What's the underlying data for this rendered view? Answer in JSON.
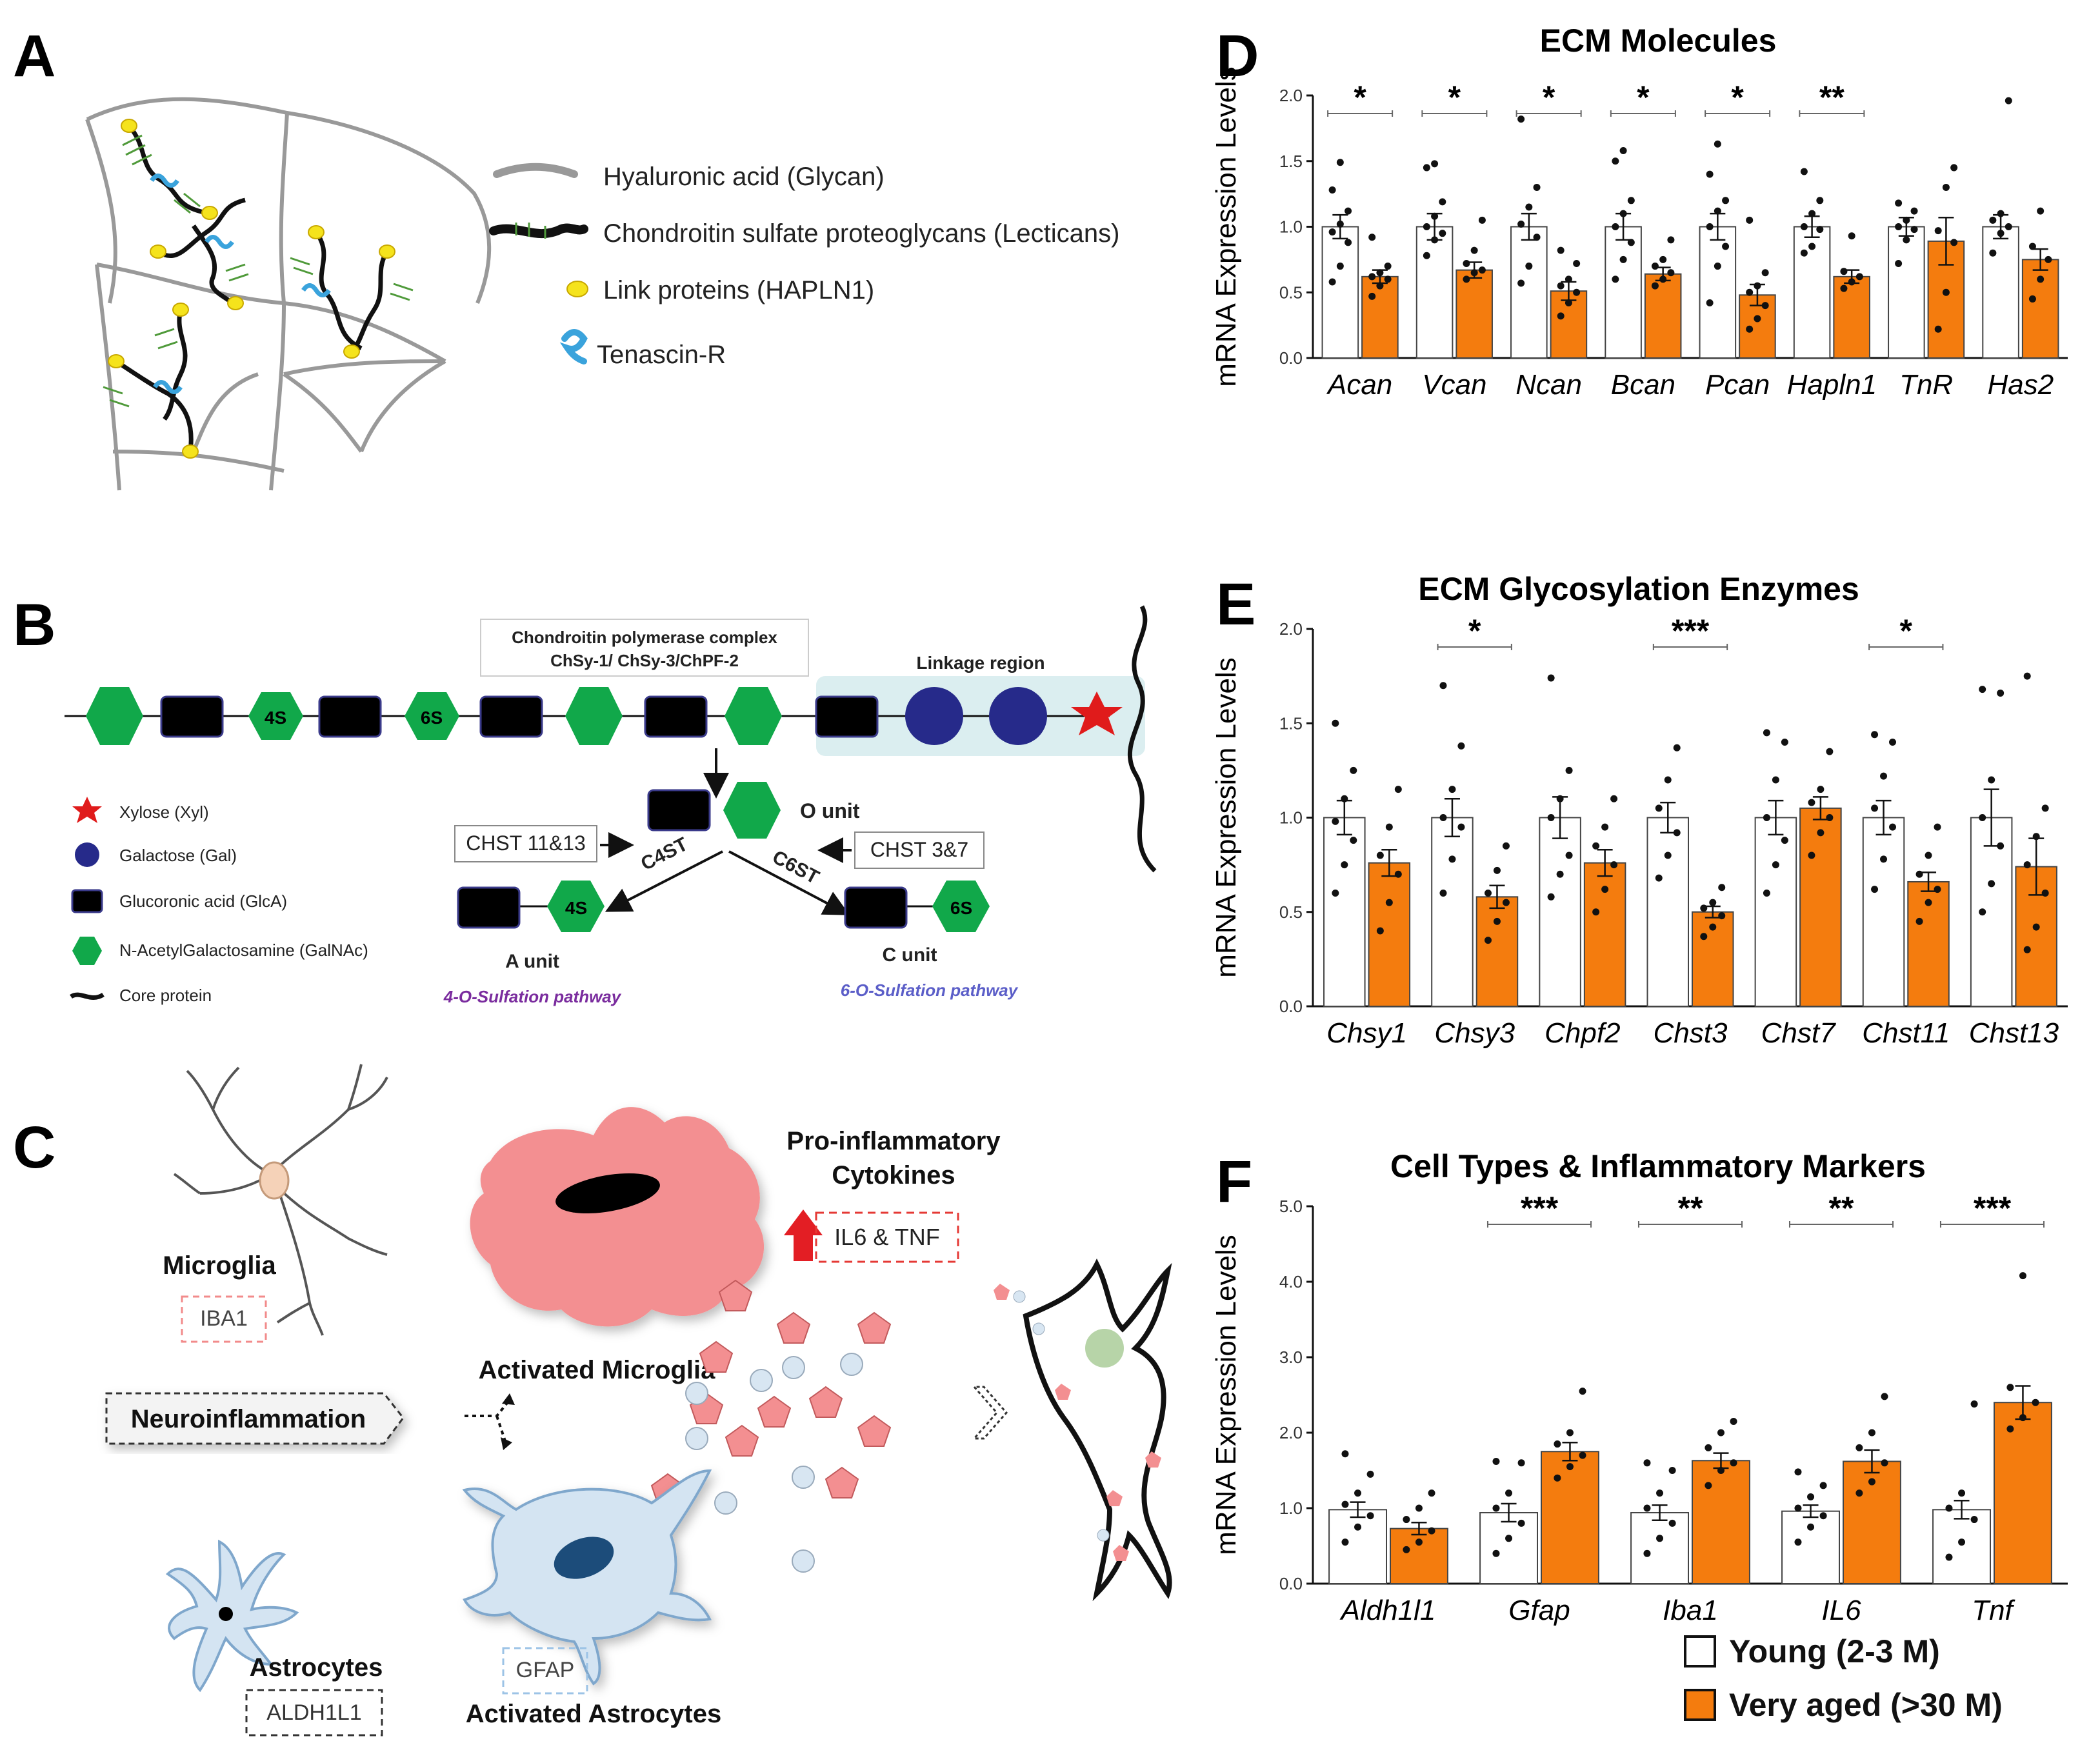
{
  "colors": {
    "young_fill": "#ffffff",
    "aged_fill": "#f47c0e",
    "hyaluronan": "#999999",
    "cspg": "#111111",
    "cspg_spike": "#4f9a3a",
    "link_protein": "#f5e31c",
    "tenascin": "#3aa3dc",
    "galnac": "#11a84a",
    "glca": "#000000",
    "galactose": "#262a8a",
    "xylose": "#e01b1b",
    "linkage_bg": "#dbeef0",
    "microglia": "#f38f91",
    "astrocyte": "#d4e4f2",
    "red_dash": "#e53935",
    "blue_dash": "#9cc3e6",
    "pathway_4s": "#7a2c9e",
    "pathway_6s": "#5b5ec8"
  },
  "panelA": {
    "letter": "A",
    "legend": [
      {
        "icon": "hyaluronan-wave-icon",
        "label": "Hyaluronic acid (Glycan)"
      },
      {
        "icon": "cspg-chain-icon",
        "label": "Chondroitin sulfate proteoglycans (Lecticans)"
      },
      {
        "icon": "link-protein-icon",
        "label": "Link proteins (HAPLN1)"
      },
      {
        "icon": "tenascin-icon",
        "label": "Tenascin-R"
      }
    ]
  },
  "panelB": {
    "letter": "B",
    "polymerase_title": "Chondroitin polymerase complex",
    "polymerase_sub": "ChSy-1/ ChSy-3/ChPF-2",
    "linkage": "Linkage region",
    "hex_4s": "4S",
    "hex_6s": "6S",
    "o_unit": "O unit",
    "chst_1113": "CHST 11&13",
    "chst_37": "CHST 3&7",
    "c4st": "C4ST",
    "c6st": "C6ST",
    "a_unit": "A unit",
    "c_unit": "C unit",
    "pathway_4s": "4-O-Sulfation pathway",
    "pathway_6s": "6-O-Sulfation pathway",
    "legend": [
      {
        "icon": "xylose-star-icon",
        "label": "Xylose (Xyl)"
      },
      {
        "icon": "galactose-circle-icon",
        "label": "Galactose (Gal)"
      },
      {
        "icon": "glca-square-icon",
        "label": "Glucoronic acid (GlcA)"
      },
      {
        "icon": "galnac-hexagon-icon",
        "label": "N-AcetylGalactosamine (GalNAc)"
      },
      {
        "icon": "core-protein-line-icon",
        "label": "Core protein"
      }
    ]
  },
  "panelC": {
    "letter": "C",
    "microglia": "Microglia",
    "iba1": "IBA1",
    "activated_microglia": "Activated Microglia",
    "cytokines_1": "Pro-inflammatory",
    "cytokines_2": "Cytokines",
    "il6_tnf": "IL6 & TNF",
    "neuroinflammation": "Neuroinflammation",
    "astrocytes": "Astrocytes",
    "aldh1l1": "ALDH1L1",
    "gfap": "GFAP",
    "activated_astrocytes": "Activated Astrocytes"
  },
  "legend": {
    "young": "Young (2-3 M)",
    "aged": "Very aged (>30 M)"
  },
  "chart_data": [
    {
      "panel": "D",
      "type": "bar",
      "title": "ECM Molecules",
      "ylabel": "mRNA Expression Levels",
      "ylim": [
        0,
        2.0
      ],
      "yticks": [
        "0.0",
        "0.5",
        "1.0",
        "1.5",
        "2.0"
      ],
      "categories": [
        "Acan",
        "Vcan",
        "Ncan",
        "Bcan",
        "Pcan",
        "Hapln1",
        "TnR",
        "Has2"
      ],
      "significance": [
        "*",
        "*",
        "*",
        "*",
        "*",
        "**",
        "",
        ""
      ],
      "series": [
        {
          "name": "Young (2-3 M)",
          "values": [
            1.0,
            1.0,
            1.0,
            1.0,
            1.0,
            1.0,
            1.0,
            1.0
          ],
          "errors": [
            0.09,
            0.1,
            0.1,
            0.1,
            0.1,
            0.08,
            0.07,
            0.09
          ],
          "points": [
            [
              0.58,
              0.7,
              0.88,
              0.96,
              1.02,
              1.12,
              1.28,
              1.49
            ],
            [
              0.78,
              0.9,
              0.95,
              1.0,
              1.08,
              1.19,
              1.45,
              1.48
            ],
            [
              0.57,
              0.7,
              0.92,
              1.02,
              1.15,
              1.3,
              1.82
            ],
            [
              0.6,
              0.75,
              0.88,
              1.0,
              1.1,
              1.2,
              1.5,
              1.58
            ],
            [
              0.42,
              0.7,
              0.85,
              1.0,
              1.12,
              1.2,
              1.4,
              1.63
            ],
            [
              0.8,
              0.85,
              0.98,
              1.0,
              1.1,
              1.2,
              1.42
            ],
            [
              0.72,
              0.9,
              0.98,
              1.0,
              1.05,
              1.12,
              1.18
            ],
            [
              0.8,
              0.95,
              1.0,
              1.05,
              1.1,
              1.96
            ]
          ]
        },
        {
          "name": "Very aged (>30 M)",
          "values": [
            0.62,
            0.67,
            0.51,
            0.64,
            0.48,
            0.62,
            0.89,
            0.75
          ],
          "errors": [
            0.05,
            0.06,
            0.07,
            0.05,
            0.08,
            0.05,
            0.18,
            0.08
          ],
          "points": [
            [
              0.47,
              0.55,
              0.6,
              0.62,
              0.65,
              0.7,
              0.92
            ],
            [
              0.6,
              0.65,
              0.67,
              0.72,
              0.82,
              1.05
            ],
            [
              0.32,
              0.42,
              0.5,
              0.55,
              0.6,
              0.72,
              0.82
            ],
            [
              0.55,
              0.6,
              0.65,
              0.7,
              0.75,
              0.9
            ],
            [
              0.22,
              0.3,
              0.4,
              0.5,
              0.55,
              0.65,
              1.05
            ],
            [
              0.53,
              0.58,
              0.62,
              0.66,
              0.93
            ],
            [
              0.22,
              0.5,
              0.88,
              0.97,
              1.3,
              1.45
            ],
            [
              0.45,
              0.6,
              0.75,
              0.85,
              1.12
            ]
          ]
        }
      ]
    },
    {
      "panel": "E",
      "type": "bar",
      "title": "ECM Glycosylation Enzymes",
      "ylabel": "mRNA Expression Levels",
      "ylim": [
        0,
        2.0
      ],
      "yticks": [
        "0.0",
        "0.5",
        "1.0",
        "1.5",
        "2.0"
      ],
      "categories": [
        "Chsy1",
        "Chsy3",
        "Chpf2",
        "Chst3",
        "Chst7",
        "Chst11",
        "Chst13"
      ],
      "significance": [
        "",
        "*",
        "",
        "***",
        "",
        "*",
        ""
      ],
      "series": [
        {
          "name": "Young (2-3 M)",
          "values": [
            1.0,
            1.0,
            1.0,
            1.0,
            1.0,
            1.0,
            1.0
          ],
          "errors": [
            0.09,
            0.1,
            0.11,
            0.08,
            0.09,
            0.09,
            0.15
          ],
          "points": [
            [
              0.6,
              0.75,
              0.88,
              0.98,
              1.1,
              1.25,
              1.5
            ],
            [
              0.6,
              0.78,
              0.95,
              1.0,
              1.15,
              1.38,
              1.7
            ],
            [
              0.58,
              0.7,
              0.8,
              1.0,
              1.1,
              1.25,
              1.74
            ],
            [
              0.68,
              0.8,
              0.92,
              1.05,
              1.2,
              1.37
            ],
            [
              0.6,
              0.75,
              0.88,
              1.0,
              1.2,
              1.4,
              1.45
            ],
            [
              0.62,
              0.78,
              0.95,
              1.05,
              1.22,
              1.4,
              1.44
            ],
            [
              0.5,
              0.65,
              0.85,
              1.0,
              1.2,
              1.66,
              1.68
            ]
          ]
        },
        {
          "name": "Very aged (>30 M)",
          "values": [
            0.76,
            0.58,
            0.76,
            0.5,
            1.05,
            0.66,
            0.74
          ],
          "errors": [
            0.07,
            0.06,
            0.07,
            0.03,
            0.06,
            0.05,
            0.15
          ],
          "points": [
            [
              0.4,
              0.55,
              0.7,
              0.8,
              0.95,
              1.15
            ],
            [
              0.35,
              0.45,
              0.55,
              0.6,
              0.72,
              0.85
            ],
            [
              0.5,
              0.62,
              0.75,
              0.85,
              0.95,
              1.1
            ],
            [
              0.37,
              0.42,
              0.48,
              0.52,
              0.55,
              0.63
            ],
            [
              0.8,
              0.92,
              1.0,
              1.08,
              1.15,
              1.35
            ],
            [
              0.45,
              0.55,
              0.62,
              0.7,
              0.8,
              0.95
            ],
            [
              0.3,
              0.42,
              0.6,
              0.75,
              0.9,
              1.05,
              1.75
            ]
          ]
        }
      ]
    },
    {
      "panel": "F",
      "type": "bar",
      "title": "Cell Types & Inflammatory Markers",
      "ylabel": "mRNA Expression Levels",
      "ylim": [
        0,
        5.0
      ],
      "yticks": [
        "0.0",
        "1.0",
        "2.0",
        "3.0",
        "4.0",
        "5.0"
      ],
      "categories": [
        "Aldh1l1",
        "Gfap",
        "Iba1",
        "IL6",
        "Tnf"
      ],
      "significance": [
        "",
        "***",
        "**",
        "**",
        "***"
      ],
      "series": [
        {
          "name": "Young (2-3 M)",
          "values": [
            0.98,
            0.94,
            0.94,
            0.96,
            0.98
          ],
          "errors": [
            0.1,
            0.12,
            0.1,
            0.08,
            0.12
          ],
          "points": [
            [
              0.55,
              0.75,
              0.9,
              1.05,
              1.2,
              1.45,
              1.72
            ],
            [
              0.4,
              0.6,
              0.8,
              1.0,
              1.2,
              1.6,
              1.62
            ],
            [
              0.4,
              0.6,
              0.8,
              1.0,
              1.2,
              1.5,
              1.6
            ],
            [
              0.55,
              0.75,
              0.9,
              1.0,
              1.15,
              1.3,
              1.48
            ],
            [
              0.35,
              0.55,
              0.85,
              1.0,
              1.2,
              2.38
            ]
          ]
        },
        {
          "name": "Very aged (>30 M)",
          "values": [
            0.73,
            1.75,
            1.63,
            1.62,
            2.4
          ],
          "errors": [
            0.08,
            0.12,
            0.1,
            0.15,
            0.22
          ],
          "points": [
            [
              0.45,
              0.55,
              0.7,
              0.85,
              1.0,
              1.2
            ],
            [
              1.4,
              1.55,
              1.7,
              1.85,
              2.0,
              2.55
            ],
            [
              1.3,
              1.5,
              1.6,
              1.8,
              2.0,
              2.15
            ],
            [
              1.2,
              1.35,
              1.6,
              1.8,
              2.0,
              2.48
            ],
            [
              2.05,
              2.2,
              2.4,
              2.6,
              4.08
            ]
          ]
        }
      ]
    }
  ]
}
